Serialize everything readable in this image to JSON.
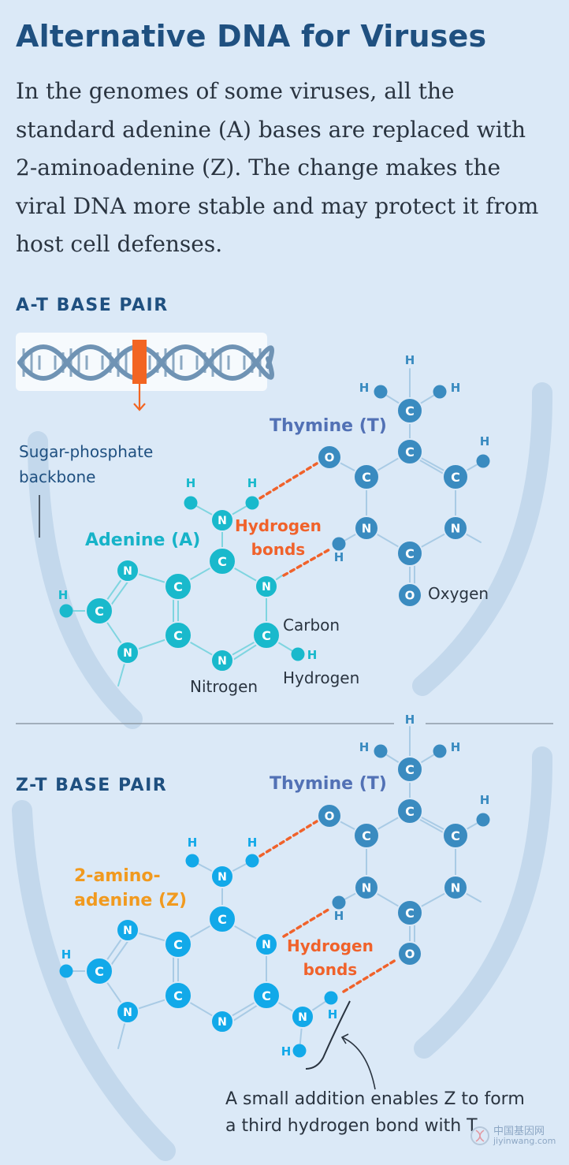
{
  "title": "Alternative DNA for Viruses",
  "intro": "In the genomes of some viruses, all the standard adenine (A) bases are replaced with 2-aminoadenine (Z). The change makes the viral DNA more stable and may protect it from host cell defenses.",
  "at_section": {
    "heading": "A-T BASE PAIR",
    "thymine_label": "Thymine (T)",
    "adenine_label": "Adenine (A)",
    "hydrogen_bonds_line1": "Hydrogen",
    "hydrogen_bonds_line2": "bonds",
    "backbone_line1": "Sugar-phosphate",
    "backbone_line2": "backbone",
    "legend_oxygen": "Oxygen",
    "legend_carbon": "Carbon",
    "legend_hydrogen": "Hydrogen",
    "legend_nitrogen": "Nitrogen"
  },
  "zt_section": {
    "heading": "Z-T BASE PAIR",
    "thymine_label": "Thymine (T)",
    "z_line1": "2-amino-",
    "z_line2": "adenine (Z)",
    "hydrogen_bonds_line1": "Hydrogen",
    "hydrogen_bonds_line2": "bonds",
    "note_line1": "A small addition enables Z to form",
    "note_line2": "a third hydrogen bond with T"
  },
  "atoms": {
    "carbon": "C",
    "nitrogen": "N",
    "oxygen": "O",
    "hydrogen": "H"
  },
  "watermark": {
    "cn": "中国基因网",
    "en": "jiyinwang.com"
  },
  "colors": {
    "background": "#dbe9f7",
    "heading": "#1f5080",
    "thymine_atoms": "#3a8bc0",
    "adenine_atoms": "#19b9cc",
    "z_atoms": "#12a9e9",
    "hydrogen_bond": "#f0622b",
    "z_label": "#f19a1f",
    "highlight_marker": "#f26522"
  }
}
